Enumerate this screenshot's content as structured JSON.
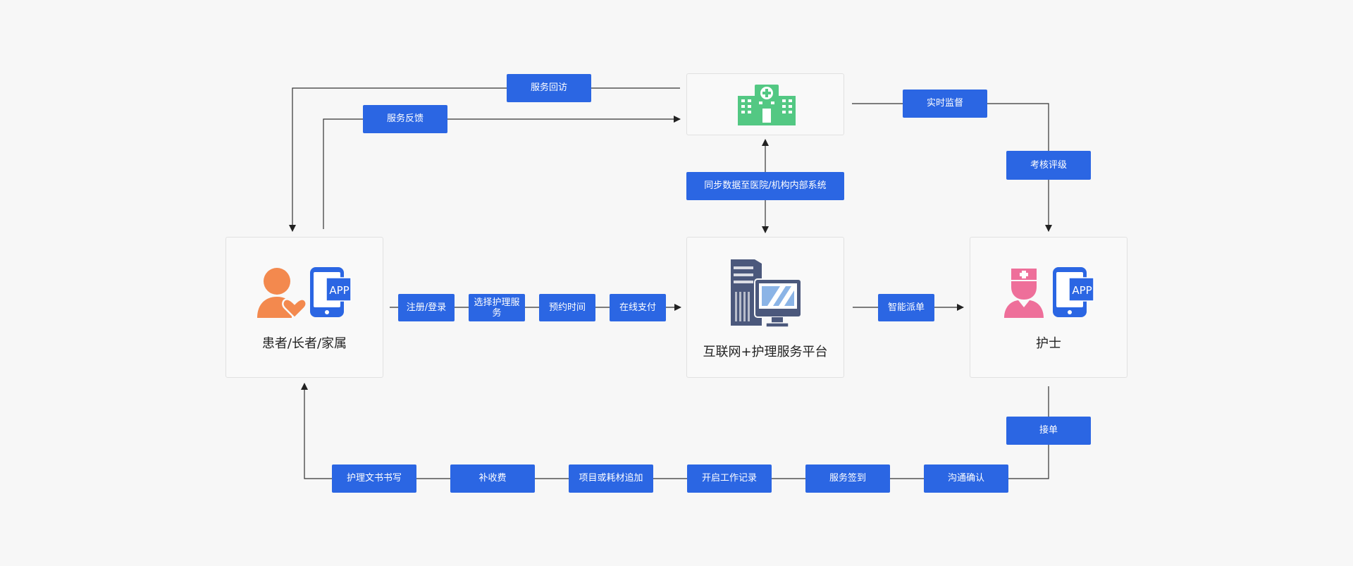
{
  "nodes": {
    "patient": {
      "label": "患者/长者/家属",
      "app_text": "APP"
    },
    "platform": {
      "label": "互联网+护理服务平台"
    },
    "hospital": {
      "label": ""
    },
    "nurse": {
      "label": "护士",
      "app_text": "APP"
    }
  },
  "flow_labels": {
    "service_revisit": "服务回访",
    "service_feedback": "服务反馈",
    "realtime_supervision": "实时监督",
    "assessment_rating": "考核评级",
    "sync_data": "同步数据至医院/机构内部系统",
    "register_login": "注册/登录",
    "select_nursing_service": "选择护理服务",
    "book_time": "预约时间",
    "online_payment": "在线支付",
    "smart_dispatch": "智能派单",
    "accept_order": "接单",
    "communicate_confirm": "沟通确认",
    "service_checkin": "服务签到",
    "start_work_record": "开启工作记录",
    "add_items_materials": "项目或耗材追加",
    "supplementary_fee": "补收费",
    "nursing_documentation": "护理文书书写"
  },
  "colors": {
    "accent_blue": "#2b66e3",
    "patient_orange": "#f3894e",
    "hospital_green": "#53c883",
    "nurse_pink": "#ee6f9a",
    "computer_slate": "#4b587c"
  },
  "icons": [
    "patient-heart-icon",
    "mobile-app-icon",
    "hospital-icon",
    "computer-icon",
    "nurse-icon"
  ]
}
